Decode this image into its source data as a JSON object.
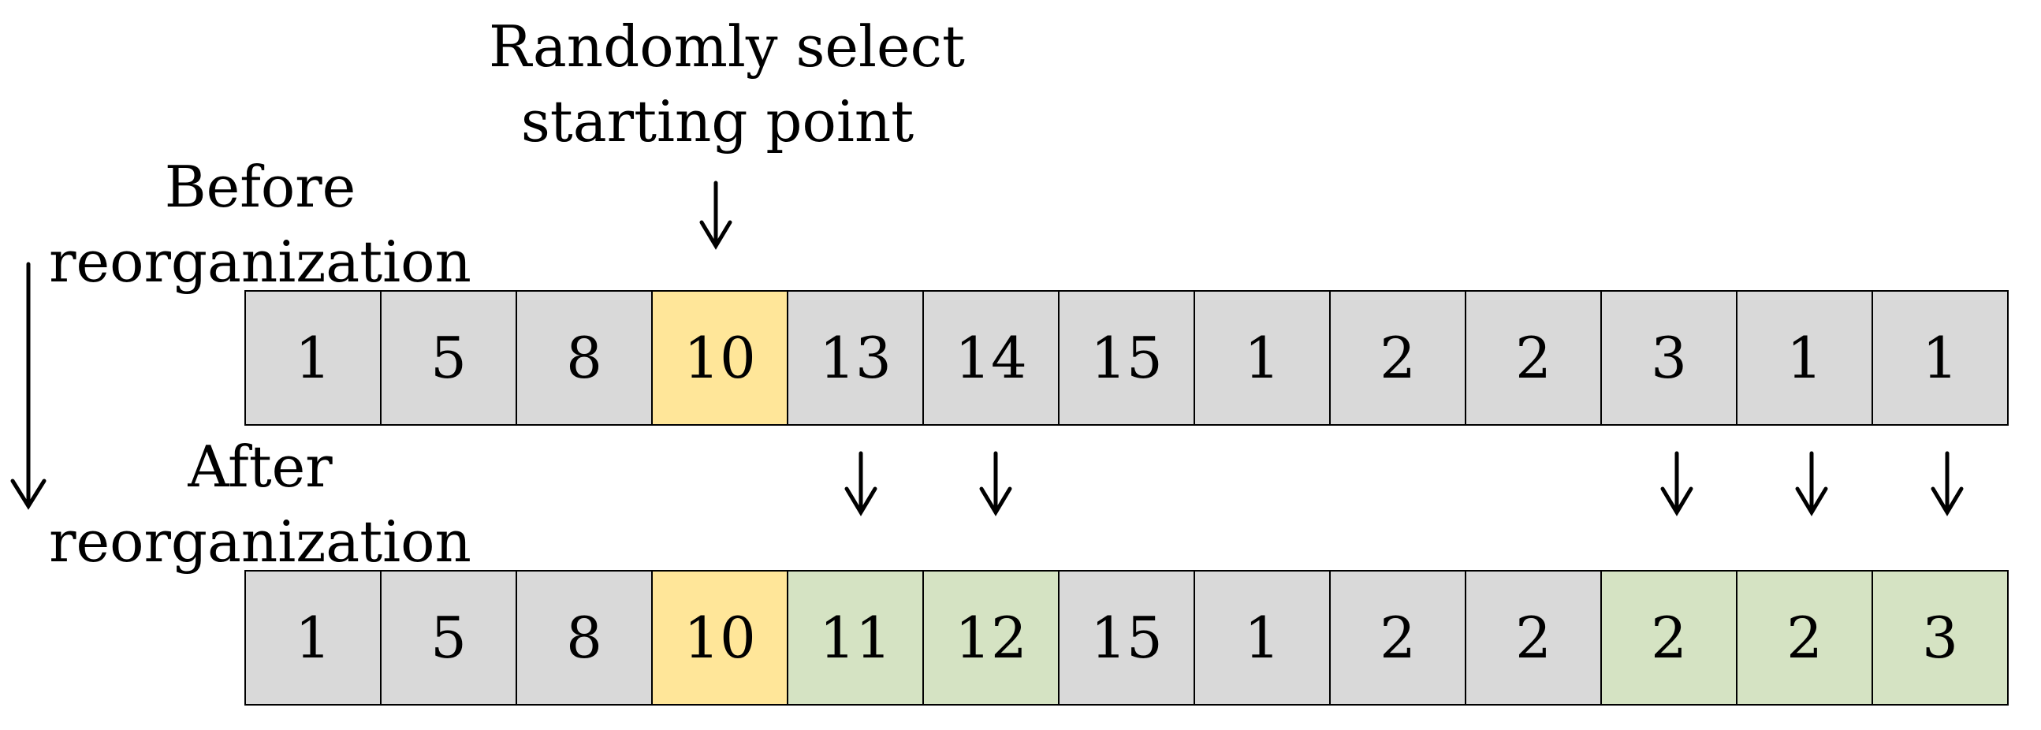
{
  "title_line1": "Randomly select",
  "title_line2": "starting point",
  "before_line1": "Before",
  "before_line2": "reorganization",
  "after_line1": "After",
  "after_line2": "reorganization",
  "before_row": [
    {
      "value": "1",
      "state": "gray"
    },
    {
      "value": "5",
      "state": "gray"
    },
    {
      "value": "8",
      "state": "gray"
    },
    {
      "value": "10",
      "state": "yellow"
    },
    {
      "value": "13",
      "state": "gray"
    },
    {
      "value": "14",
      "state": "gray"
    },
    {
      "value": "15",
      "state": "gray"
    },
    {
      "value": "1",
      "state": "gray"
    },
    {
      "value": "2",
      "state": "gray"
    },
    {
      "value": "2",
      "state": "gray"
    },
    {
      "value": "3",
      "state": "gray"
    },
    {
      "value": "1",
      "state": "gray"
    },
    {
      "value": "1",
      "state": "gray"
    }
  ],
  "after_row": [
    {
      "value": "1",
      "state": "gray"
    },
    {
      "value": "5",
      "state": "gray"
    },
    {
      "value": "8",
      "state": "gray"
    },
    {
      "value": "10",
      "state": "yellow"
    },
    {
      "value": "11",
      "state": "green"
    },
    {
      "value": "12",
      "state": "green"
    },
    {
      "value": "15",
      "state": "gray"
    },
    {
      "value": "1",
      "state": "gray"
    },
    {
      "value": "2",
      "state": "gray"
    },
    {
      "value": "2",
      "state": "gray"
    },
    {
      "value": "2",
      "state": "green"
    },
    {
      "value": "2",
      "state": "green"
    },
    {
      "value": "3",
      "state": "green"
    }
  ],
  "colors": {
    "gray": "#d9d9d9",
    "yellow": "#ffe699",
    "green": "#d5e3c3",
    "border": "#000000"
  }
}
